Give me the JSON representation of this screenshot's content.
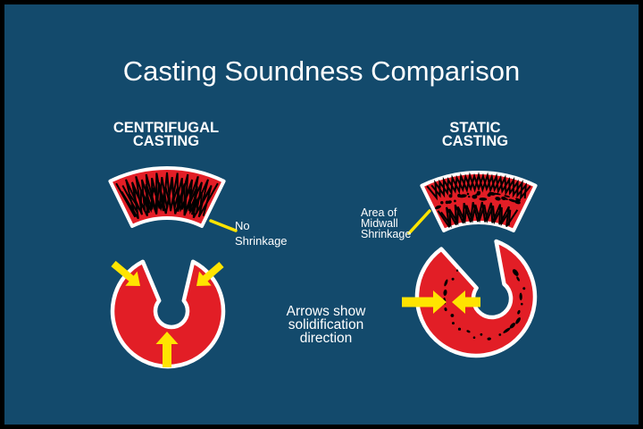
{
  "diagram": {
    "title": "Casting Soundness Comparison",
    "caption": "Arrows show\nsolidification\ndirection",
    "columns": [
      {
        "heading": "CENTRIFUGAL\nCASTING",
        "callout": "No\nShrinkage"
      },
      {
        "heading": "STATIC\nCASTING",
        "callout": "Area of\nMidwall\nShrinkage"
      }
    ]
  },
  "colors": {
    "background": "#134a6c",
    "casting_red": "#e21e26",
    "arrow_yellow": "#ffe400",
    "outline_white": "#ffffff",
    "pattern_black": "#000000",
    "text_white": "#ffffff",
    "frame_black": "#000000"
  }
}
